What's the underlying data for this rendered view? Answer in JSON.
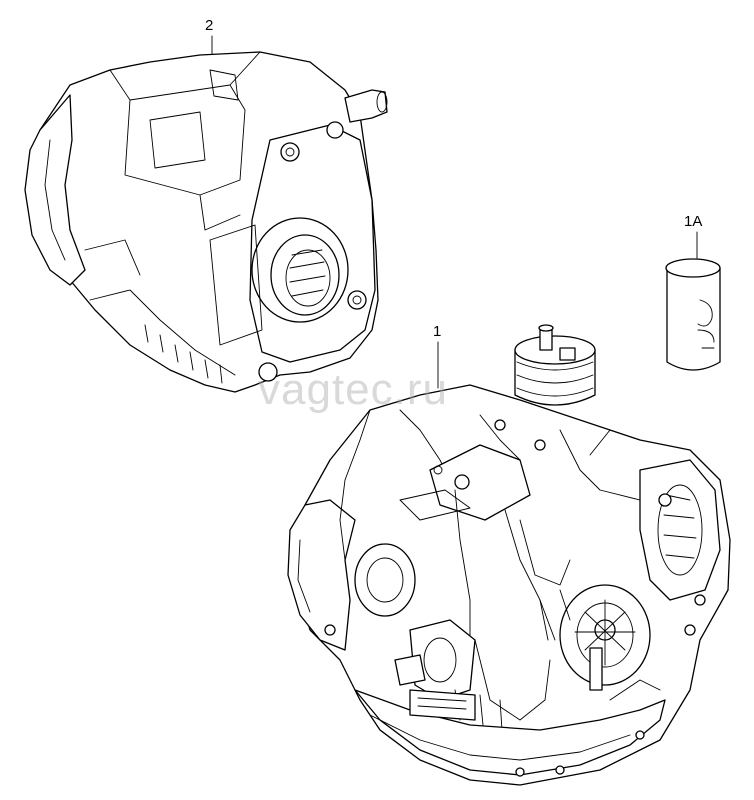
{
  "callouts": {
    "part_2": "2",
    "part_1a": "1A",
    "part_1": "1"
  },
  "watermark": "vagtec.ru",
  "colors": {
    "line": "#000000",
    "background": "#ffffff",
    "watermark": "#aaaaaa"
  }
}
